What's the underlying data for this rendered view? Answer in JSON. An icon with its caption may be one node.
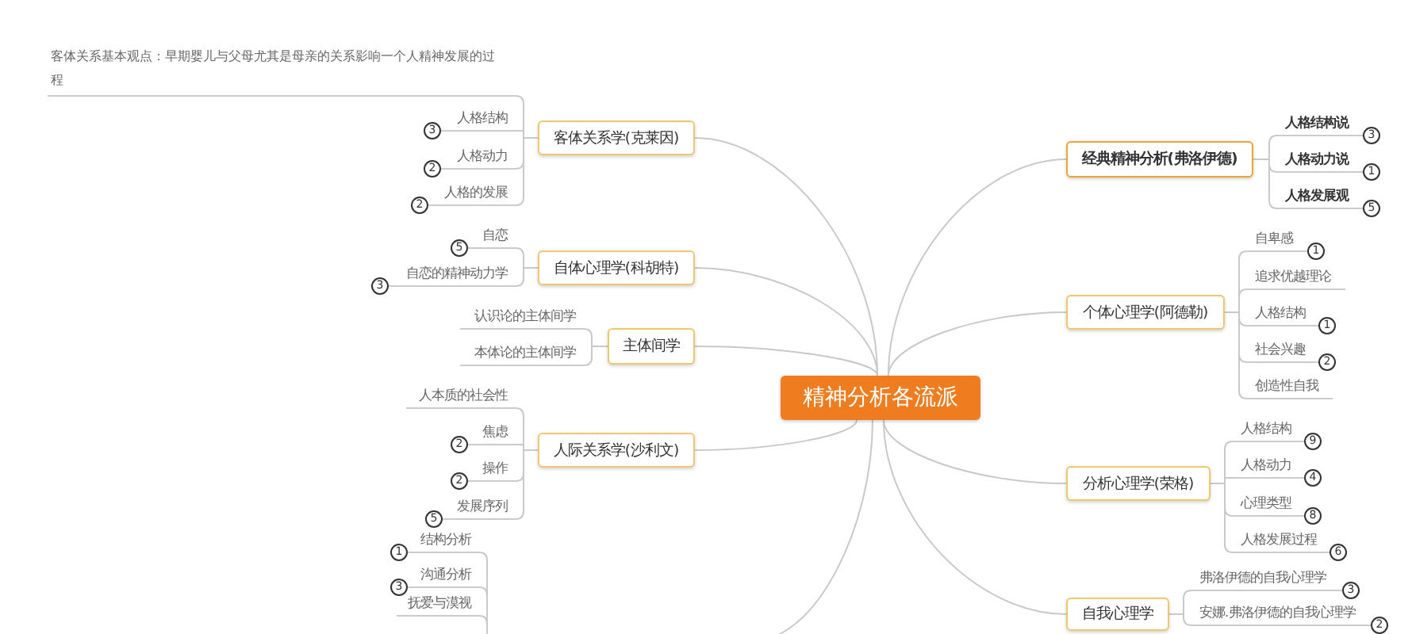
{
  "diagram": {
    "nodes": [
      {
        "text": [
          "精神分析各流派"
        ]
      },
      {
        "text": [
          "客体关系学(克莱因)"
        ]
      },
      {
        "text": [
          "客体关系基本观点：早期婴儿与父母尤其是母亲的关系影响一个人精神发展的过程"
        ]
      },
      {
        "text": [
          "人格结构"
        ],
        "beside": [
          "3"
        ]
      },
      {
        "text": [
          "人格动力"
        ],
        "beside": [
          "2"
        ]
      },
      {
        "text": [
          "人格的发展"
        ],
        "beside": [
          "2"
        ]
      },
      {
        "text": [
          "自体心理学(科胡特)"
        ]
      },
      {
        "text": [
          "自恋"
        ],
        "beside": [
          "5"
        ]
      },
      {
        "text": [
          "自恋的精神动力学"
        ],
        "beside": [
          "3"
        ]
      },
      {
        "text": [
          "主体间学"
        ]
      },
      {
        "text": [
          "认识论的主体间学"
        ]
      },
      {
        "text": [
          "本体论的主体间学"
        ]
      },
      {
        "text": [
          "人际关系学(沙利文)"
        ]
      },
      {
        "text": [
          "人本质的社会性"
        ]
      },
      {
        "text": [
          "焦虑"
        ],
        "beside": [
          "2"
        ]
      },
      {
        "text": [
          "操作"
        ],
        "beside": [
          "2"
        ]
      },
      {
        "text": [
          "发展序列"
        ],
        "beside": [
          "5"
        ]
      },
      {
        "text": [
          "结构分析"
        ],
        "beside": [
          "1"
        ]
      },
      {
        "text": [
          "沟通分析"
        ],
        "beside": [
          "3"
        ]
      },
      {
        "text": [
          "抚爱与漠视"
        ]
      },
      {
        "text": [
          "经典精神分析(弗洛伊德)"
        ]
      },
      {
        "text": [
          "人格结构说"
        ],
        "beside": [
          "3"
        ]
      },
      {
        "text": [
          "人格动力说"
        ],
        "beside": [
          "1"
        ]
      },
      {
        "text": [
          "人格发展观"
        ],
        "beside": [
          "5"
        ]
      },
      {
        "text": [
          "个体心理学(阿德勒)"
        ]
      },
      {
        "text": [
          "自卑感"
        ],
        "beside": [
          "1"
        ]
      },
      {
        "text": [
          "追求优越理论"
        ]
      },
      {
        "text": [
          "人格结构"
        ],
        "beside": [
          "1"
        ]
      },
      {
        "text": [
          "社会兴趣"
        ],
        "beside": [
          "2"
        ]
      },
      {
        "text": [
          "创造性自我"
        ]
      },
      {
        "text": [
          "分析心理学(荣格)"
        ]
      },
      {
        "text": [
          "人格结构"
        ],
        "beside": [
          "9"
        ]
      },
      {
        "text": [
          "人格动力"
        ],
        "beside": [
          "4"
        ]
      },
      {
        "text": [
          "心理类型"
        ],
        "beside": [
          "8"
        ]
      },
      {
        "text": [
          "人格发展过程"
        ],
        "beside": [
          "6"
        ]
      },
      {
        "text": [
          "自我心理学"
        ]
      },
      {
        "text": [
          "弗洛伊德的自我心理学"
        ],
        "beside": [
          "3"
        ]
      },
      {
        "text": [
          "安娜.弗洛伊德的自我心理学"
        ],
        "beside": [
          "2"
        ]
      }
    ],
    "edges": [
      {
        "from": 0,
        "to": 1,
        "arrow": "none"
      },
      {
        "from": 0,
        "to": 6,
        "arrow": "none"
      },
      {
        "from": 0,
        "to": 9,
        "arrow": "none"
      },
      {
        "from": 0,
        "to": 12,
        "arrow": "none"
      },
      {
        "from": 0,
        "to": null,
        "arrow": "none"
      },
      {
        "from": 0,
        "to": 20,
        "arrow": "none"
      },
      {
        "from": 0,
        "to": 24,
        "arrow": "none"
      },
      {
        "from": 0,
        "to": 30,
        "arrow": "none"
      },
      {
        "from": 0,
        "to": 35,
        "arrow": "none"
      },
      {
        "from": 1,
        "to": 2,
        "arrow": "none"
      },
      {
        "from": 1,
        "to": 3,
        "arrow": "none"
      },
      {
        "from": 1,
        "to": 4,
        "arrow": "none"
      },
      {
        "from": 1,
        "to": 5,
        "arrow": "none"
      },
      {
        "from": 6,
        "to": 7,
        "arrow": "none"
      },
      {
        "from": 6,
        "to": 8,
        "arrow": "none"
      },
      {
        "from": 9,
        "to": 10,
        "arrow": "none"
      },
      {
        "from": 9,
        "to": 11,
        "arrow": "none"
      },
      {
        "from": 12,
        "to": 13,
        "arrow": "none"
      },
      {
        "from": 12,
        "to": 14,
        "arrow": "none"
      },
      {
        "from": 12,
        "to": 15,
        "arrow": "none"
      },
      {
        "from": 12,
        "to": 16,
        "arrow": "none"
      },
      {
        "from": null,
        "to": 17,
        "arrow": "none"
      },
      {
        "from": null,
        "to": 18,
        "arrow": "none"
      },
      {
        "from": null,
        "to": 19,
        "arrow": "none"
      },
      {
        "from": 20,
        "to": 21,
        "arrow": "none"
      },
      {
        "from": 20,
        "to": 22,
        "arrow": "none"
      },
      {
        "from": 20,
        "to": 23,
        "arrow": "none"
      },
      {
        "from": 24,
        "to": 25,
        "arrow": "none"
      },
      {
        "from": 24,
        "to": 26,
        "arrow": "none"
      },
      {
        "from": 24,
        "to": 27,
        "arrow": "none"
      },
      {
        "from": 24,
        "to": 28,
        "arrow": "none"
      },
      {
        "from": 24,
        "to": 29,
        "arrow": "none"
      },
      {
        "from": 30,
        "to": 31,
        "arrow": "none"
      },
      {
        "from": 30,
        "to": 32,
        "arrow": "none"
      },
      {
        "from": 30,
        "to": 33,
        "arrow": "none"
      },
      {
        "from": 30,
        "to": 34,
        "arrow": "none"
      },
      {
        "from": 35,
        "to": 36,
        "arrow": "none"
      },
      {
        "from": 35,
        "to": 37,
        "arrow": "none"
      }
    ]
  }
}
